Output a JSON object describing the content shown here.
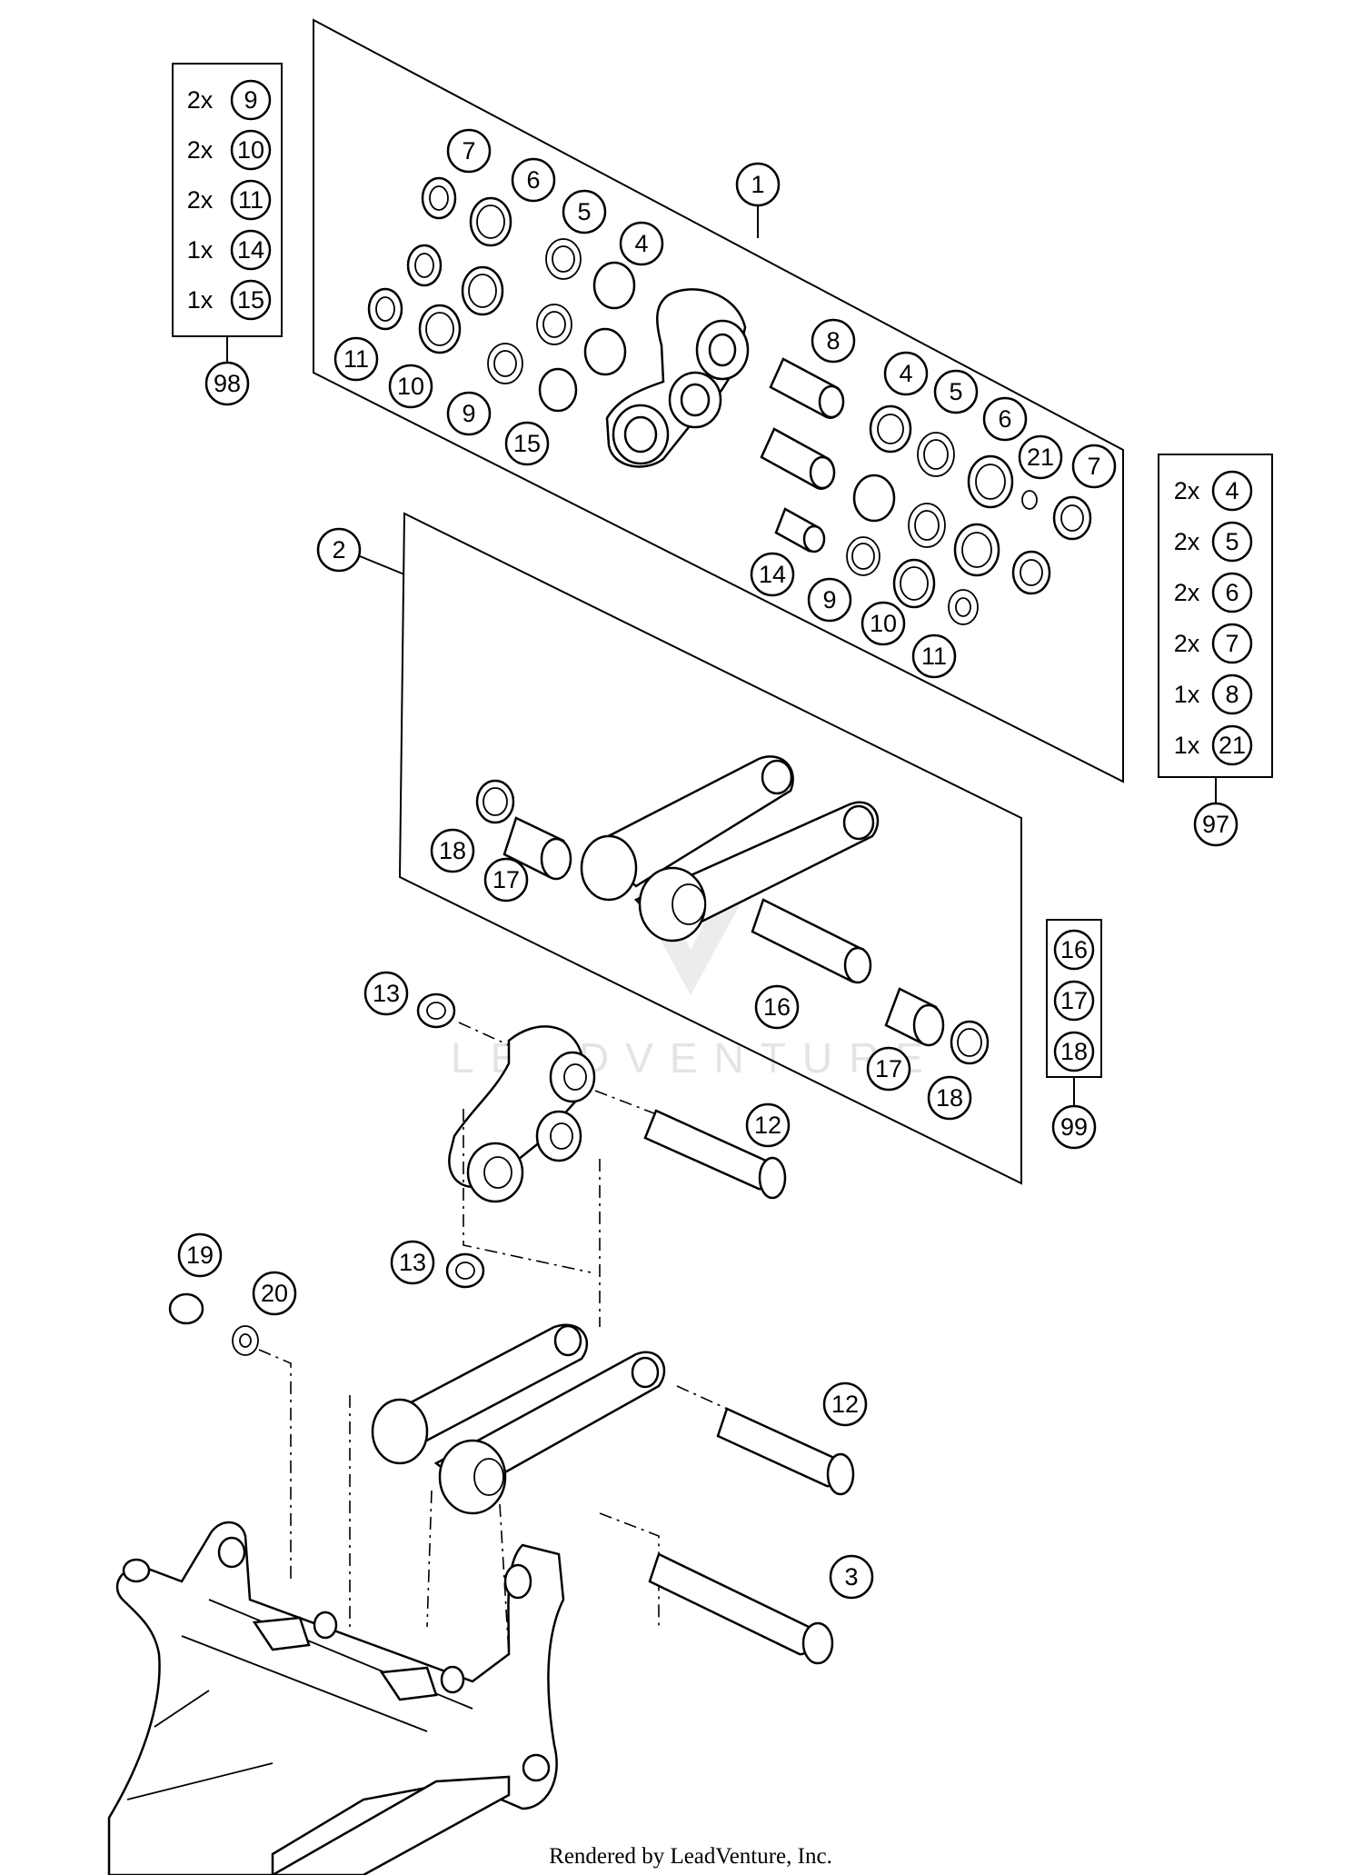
{
  "footer": "Rendered by LeadVenture, Inc.",
  "watermark": "LEADVENTURE",
  "callouts": [
    "1",
    "2",
    "3",
    "4",
    "5",
    "6",
    "7",
    "8",
    "9",
    "10",
    "11",
    "12",
    "13",
    "14",
    "15",
    "16",
    "17",
    "18",
    "19",
    "20",
    "21",
    "97",
    "98",
    "99"
  ],
  "kits": {
    "kit98": {
      "number": "98",
      "items": [
        {
          "qty": "2x",
          "part": "9"
        },
        {
          "qty": "2x",
          "part": "10"
        },
        {
          "qty": "2x",
          "part": "11"
        },
        {
          "qty": "1x",
          "part": "14"
        },
        {
          "qty": "1x",
          "part": "15"
        }
      ]
    },
    "kit97": {
      "number": "97",
      "items": [
        {
          "qty": "2x",
          "part": "4"
        },
        {
          "qty": "2x",
          "part": "5"
        },
        {
          "qty": "2x",
          "part": "6"
        },
        {
          "qty": "2x",
          "part": "7"
        },
        {
          "qty": "1x",
          "part": "8"
        },
        {
          "qty": "1x",
          "part": "21"
        }
      ]
    },
    "kit99": {
      "number": "99",
      "items": [
        {
          "qty": "",
          "part": "16"
        },
        {
          "qty": "",
          "part": "17"
        },
        {
          "qty": "",
          "part": "18"
        }
      ]
    }
  },
  "icons": {
    "bearing": "bearing-ring-icon",
    "bushing": "bushing-sleeve-icon",
    "washer": "washer-icon",
    "bolt": "bolt-icon",
    "nut": "nut-icon"
  }
}
